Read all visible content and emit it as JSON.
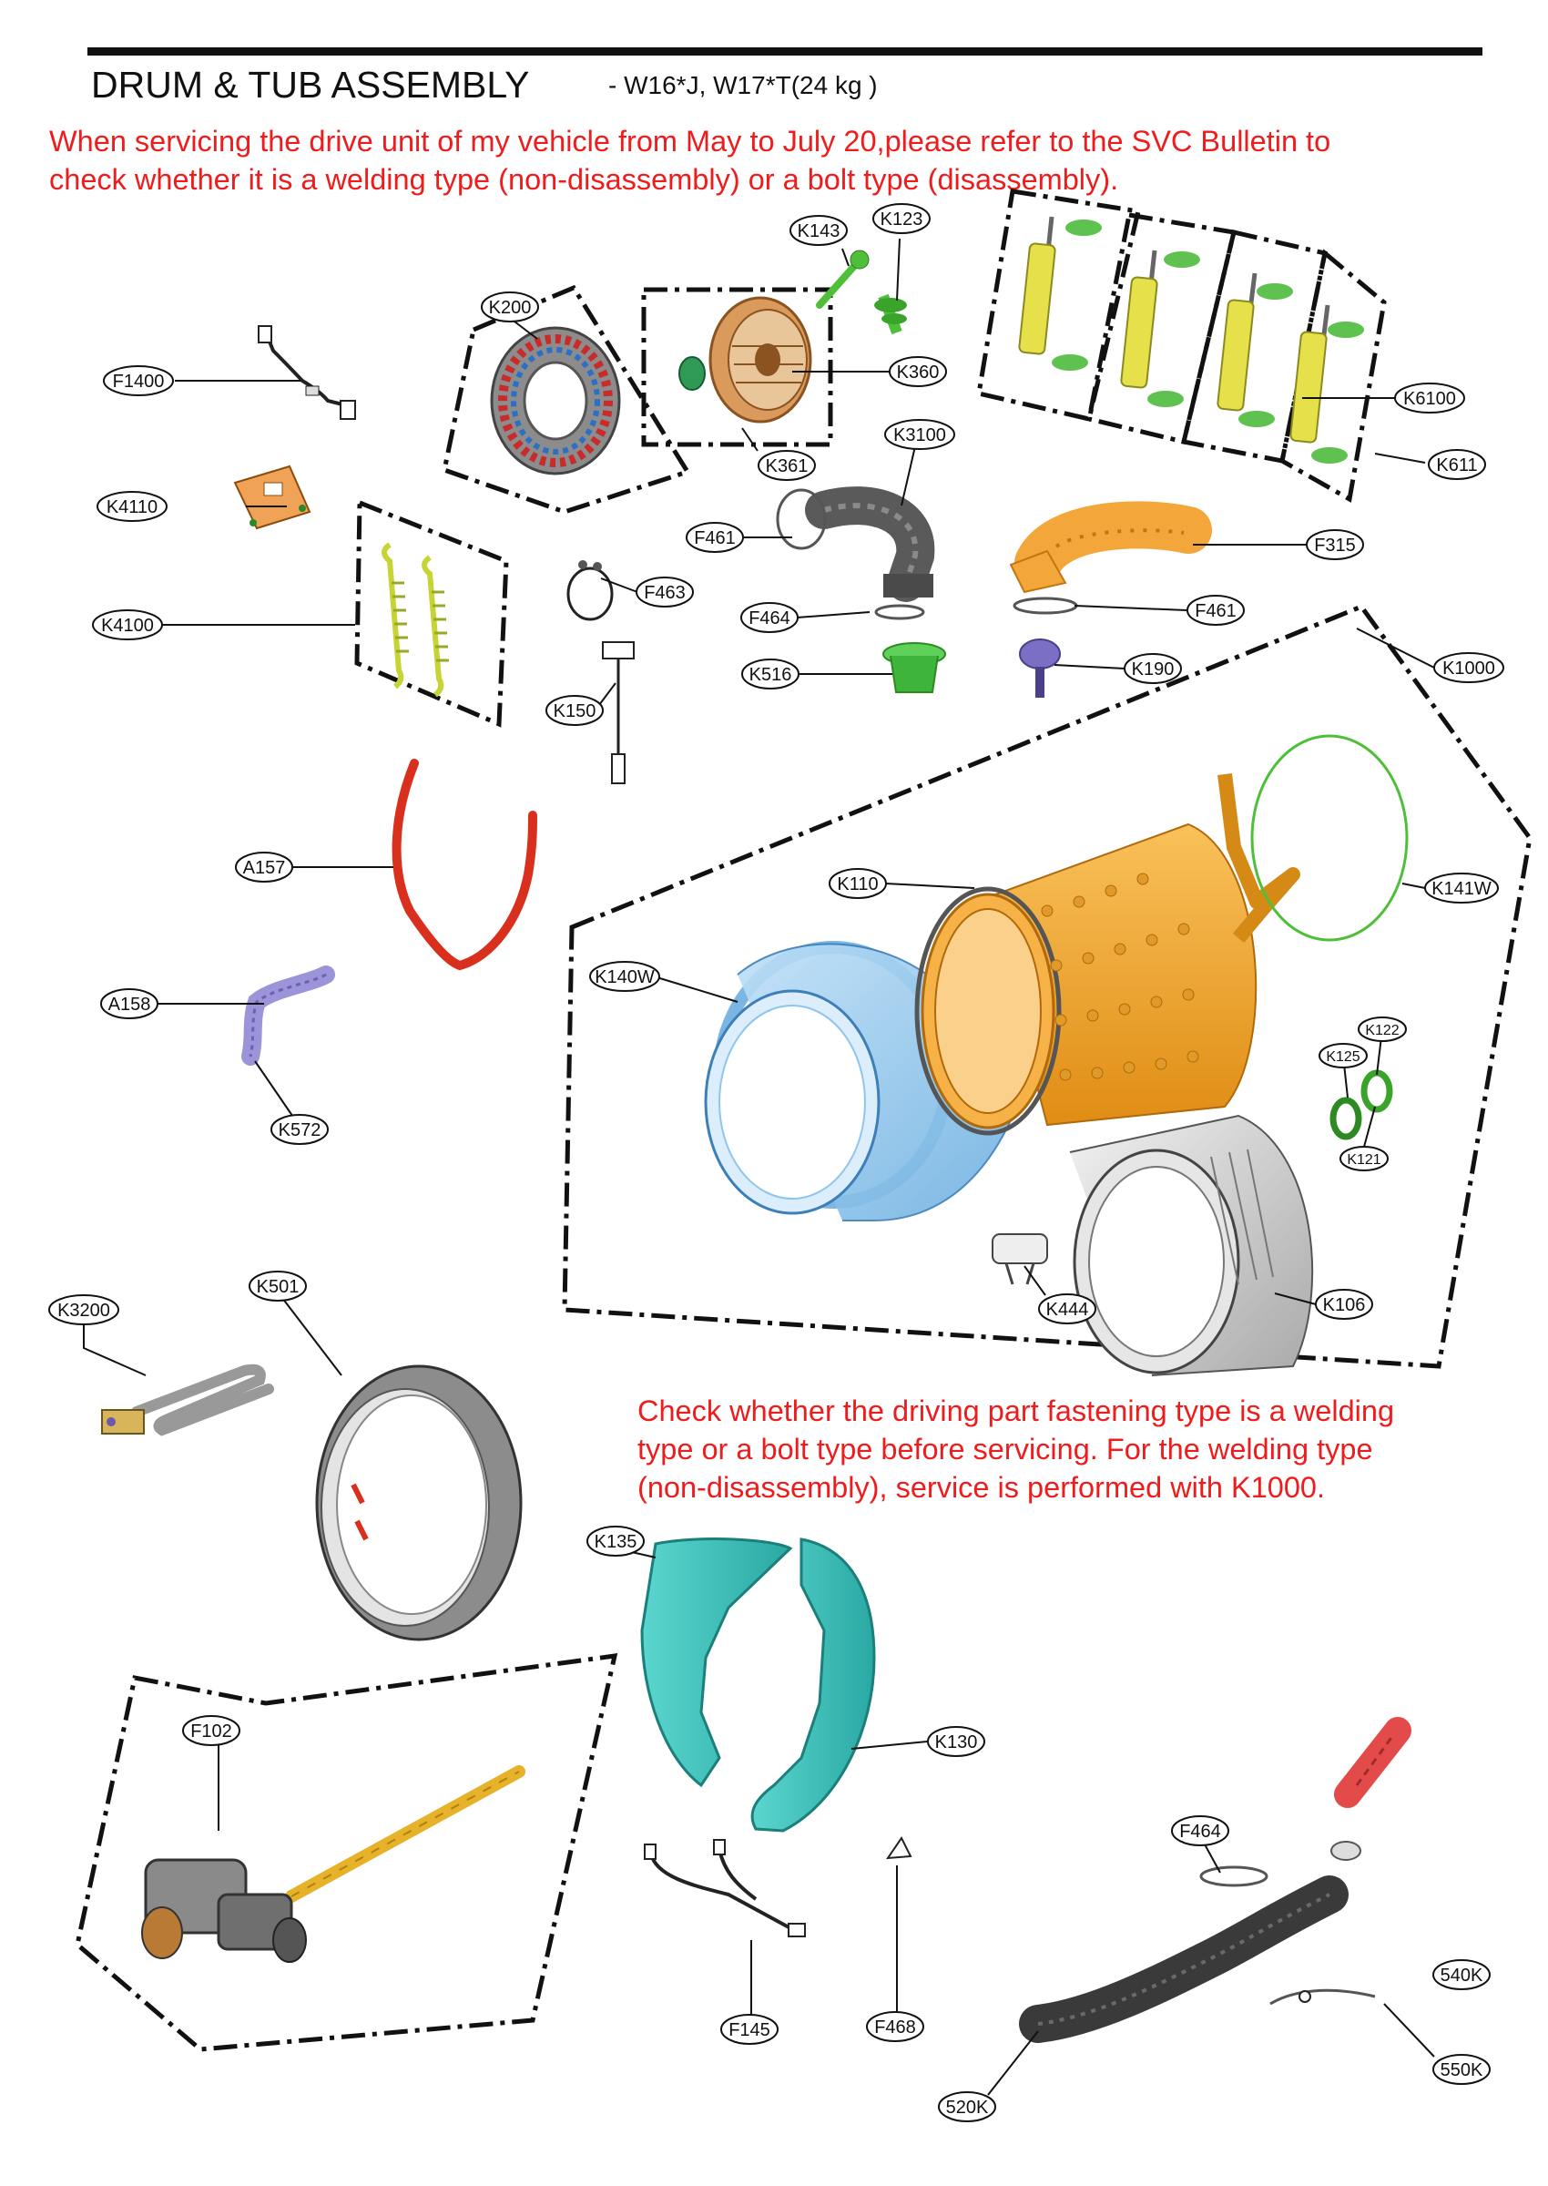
{
  "header": {
    "title": "DRUM & TUB ASSEMBLY",
    "subtitle": "- W16*J, W17*T(24 kg        )"
  },
  "notes": {
    "top_line1": "When servicing the drive unit of my vehicle from May to July 20,please refer to the SVC Bulletin to",
    "top_line2": "check whether it is a welding type (non-disassembly) or a bolt type (disassembly).",
    "mid_line1": "Check whether the driving part fastening type is a welding",
    "mid_line2": "type or a bolt type before servicing. For the welding type",
    "mid_line3": "(non-disassembly), service is performed with K1000."
  },
  "parts": {
    "K143": "K143",
    "K123": "K123",
    "K200": "K200",
    "F1400": "F1400",
    "K360": "K360",
    "K6100": "K6100",
    "K361": "K361",
    "K3100": "K3100",
    "K611": "K611",
    "K4110": "K4110",
    "F461a": "F461",
    "F315": "F315",
    "F463": "F463",
    "F461b": "F461",
    "F464a": "F464",
    "K4100": "K4100",
    "K516": "K516",
    "K190": "K190",
    "K1000": "K1000",
    "K150": "K150",
    "A157": "A157",
    "K110": "K110",
    "K141W": "K141W",
    "K140W": "K140W",
    "A158": "A158",
    "K122": "K122",
    "K125": "K125",
    "K572": "K572",
    "K121": "K121",
    "K501": "K501",
    "K3200": "K3200",
    "K444": "K444",
    "K106": "K106",
    "K135": "K135",
    "F102": "F102",
    "K130": "K130",
    "F464b": "F464",
    "540K": "540K",
    "F145": "F145",
    "F468": "F468",
    "550K": "550K",
    "520K": "520K"
  },
  "colors": {
    "note_red": "#ee1c1c",
    "drum_orange": "#f5a623",
    "tub_blue": "#8ec5ee",
    "gasket_teal": "#3cc6c0",
    "spring_yellow": "#d8e04a",
    "hose_red": "#d9301e",
    "part_green": "#4fbf3a",
    "part_purple": "#7b6fc4",
    "line_black": "#111111"
  }
}
